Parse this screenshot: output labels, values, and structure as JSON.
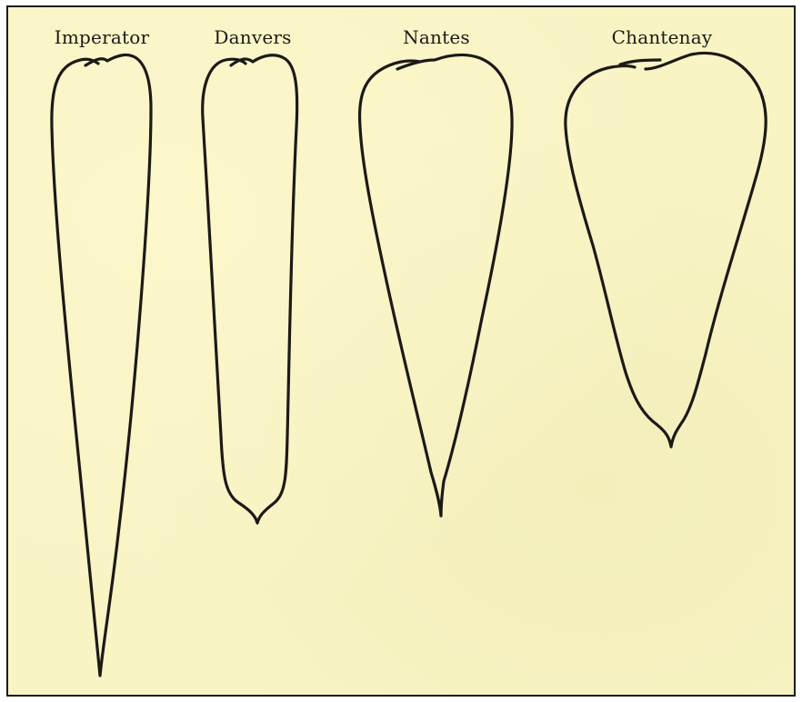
{
  "figure": {
    "carrots": [
      {
        "label": "Imperator"
      },
      {
        "label": "Danvers"
      },
      {
        "label": "Nantes"
      },
      {
        "label": "Chantenay"
      }
    ]
  },
  "colors": {
    "paper": "#f8f4c4",
    "ink": "#1b1a16"
  }
}
